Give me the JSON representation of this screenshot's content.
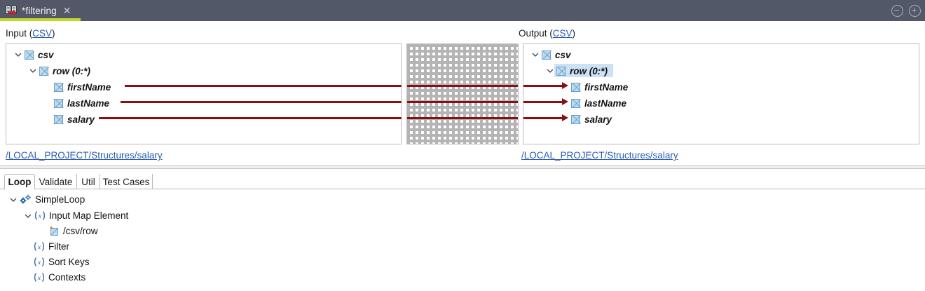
{
  "window": {
    "tab_title": "*filtering",
    "tab_icon": "mapping-file-icon",
    "close_icon": "close-icon",
    "minimize_icon": "minimize-icon",
    "maximize_icon": "maximize-icon",
    "accent_color": "#c3d72f",
    "titlebar_color": "#525867"
  },
  "input_panel": {
    "label_prefix": "Input (",
    "label_link": "CSV",
    "label_suffix": ")",
    "path_link": "/LOCAL_PROJECT/Structures/salary",
    "tree": [
      {
        "label": "csv",
        "indent": 0,
        "expanded": true,
        "has_twisty": true,
        "icon": "checkbox-x-icon"
      },
      {
        "label": "row (0:*)",
        "indent": 1,
        "expanded": true,
        "has_twisty": true,
        "icon": "checkbox-x-icon"
      },
      {
        "label": "firstName",
        "indent": 2,
        "expanded": false,
        "has_twisty": false,
        "icon": "checkbox-x-icon"
      },
      {
        "label": "lastName",
        "indent": 2,
        "expanded": false,
        "has_twisty": false,
        "icon": "checkbox-x-icon"
      },
      {
        "label": "salary",
        "indent": 2,
        "expanded": false,
        "has_twisty": false,
        "icon": "checkbox-x-icon"
      }
    ]
  },
  "output_panel": {
    "label_prefix": "Output (",
    "label_link": "CSV",
    "label_suffix": ")",
    "path_link": "/LOCAL_PROJECT/Structures/salary",
    "tree": [
      {
        "label": "csv",
        "indent": 0,
        "expanded": true,
        "has_twisty": true,
        "icon": "checkbox-x-icon",
        "selected": false
      },
      {
        "label": "row (0:*)",
        "indent": 1,
        "expanded": true,
        "has_twisty": true,
        "icon": "checkbox-x-icon",
        "selected": true
      },
      {
        "label": "firstName",
        "indent": 1,
        "expanded": false,
        "has_twisty": false,
        "icon": "checkbox-x-icon",
        "selected": false
      },
      {
        "label": "lastName",
        "indent": 1,
        "expanded": false,
        "has_twisty": false,
        "icon": "checkbox-x-icon",
        "selected": false
      },
      {
        "label": "salary",
        "indent": 1,
        "expanded": false,
        "has_twisty": false,
        "icon": "checkbox-x-icon",
        "selected": false
      }
    ]
  },
  "mapping": {
    "line_color": "#8b0f12",
    "connections": [
      {
        "from": "firstName",
        "to": "firstName"
      },
      {
        "from": "lastName",
        "to": "lastName"
      },
      {
        "from": "salary",
        "to": "salary"
      }
    ]
  },
  "bottom_tabs": [
    {
      "label": "Loop",
      "active": true
    },
    {
      "label": "Validate",
      "active": false
    },
    {
      "label": "Util",
      "active": false
    },
    {
      "label": "Test Cases",
      "active": false
    }
  ],
  "bottom_tree": [
    {
      "label": "SimpleLoop",
      "indent": 0,
      "has_twisty": true,
      "expanded": true,
      "icon": "gears-icon"
    },
    {
      "label": "Input Map Element",
      "indent": 1,
      "has_twisty": true,
      "expanded": true,
      "icon": "fx-icon"
    },
    {
      "label": "/csv/row",
      "indent": 2,
      "has_twisty": false,
      "expanded": false,
      "icon": "map-element-icon"
    },
    {
      "label": "Filter",
      "indent": 1,
      "has_twisty": false,
      "expanded": false,
      "icon": "fx-icon"
    },
    {
      "label": "Sort Keys",
      "indent": 1,
      "has_twisty": false,
      "expanded": false,
      "icon": "fx-icon"
    },
    {
      "label": "Contexts",
      "indent": 1,
      "has_twisty": false,
      "expanded": false,
      "icon": "fx-icon"
    }
  ]
}
